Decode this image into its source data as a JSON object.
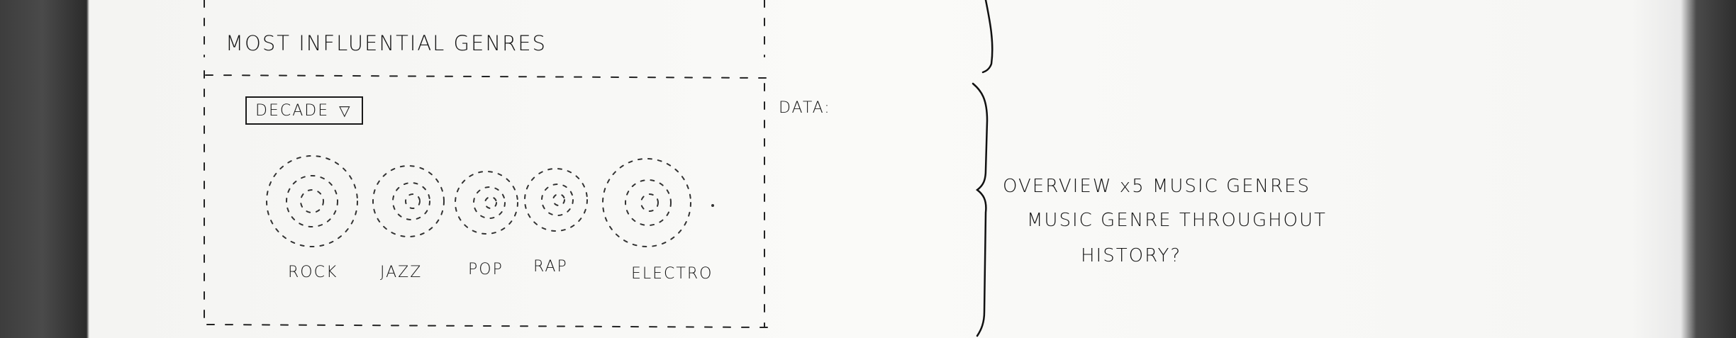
{
  "wireframe": {
    "section_title": "MOST INFLUENTIAL GENRES",
    "dropdown": {
      "label": "DECADE",
      "caret": "▽"
    },
    "genres": [
      {
        "label": "ROCK"
      },
      {
        "label": "JAZZ"
      },
      {
        "label": "POP"
      },
      {
        "label": "RAP"
      },
      {
        "label": "ELECTRO"
      }
    ]
  },
  "notes": {
    "data_label": "DATA:",
    "description_lines": [
      "OVERVIEW x5 MUSIC GENRES",
      "MUSIC GENRE THROUGHOUT",
      "HISTORY?"
    ]
  }
}
